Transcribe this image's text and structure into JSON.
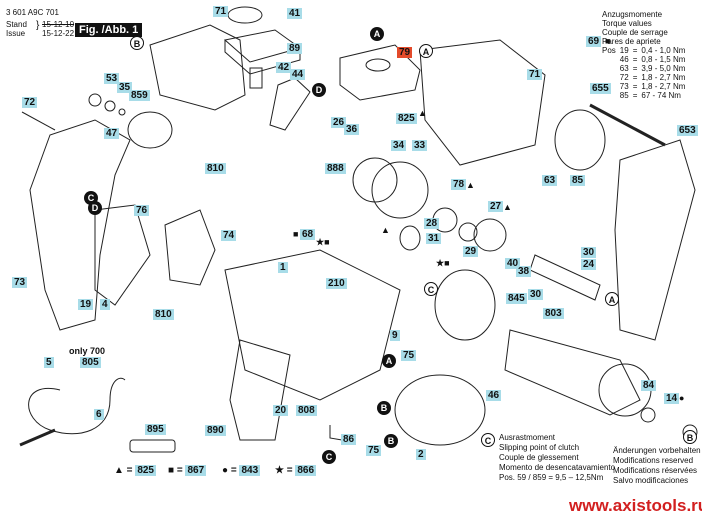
{
  "header": {
    "doc_number": "3 601 A9C 701",
    "stand_label": "Stand",
    "issue_label": "Issue",
    "stand_date": "15-12-10",
    "issue_date": "15-12-22",
    "figure_label": "Fig. /Abb. 1"
  },
  "torque": {
    "titles": [
      "Anzugsmomente",
      "Torque values",
      "Couple de serrage",
      "Pares de apriete"
    ],
    "pos_label": "Pos",
    "rows": [
      {
        "pos": "19",
        "value": "0,4 - 1,0 Nm"
      },
      {
        "pos": "46",
        "value": "0,8 - 1,5 Nm"
      },
      {
        "pos": "63",
        "value": "3,9 - 5,0 Nm"
      },
      {
        "pos": "72",
        "value": "1,8 - 2,7 Nm"
      },
      {
        "pos": "73",
        "value": "1,8 - 2,7 Nm"
      },
      {
        "pos": "85",
        "value": "67 - 74 Nm"
      }
    ]
  },
  "clutch": {
    "lines": [
      "Ausrastmoment",
      "Slipping point of clutch",
      "Couple de glessement",
      "Momento de desencatavamiento"
    ],
    "pos_line": "Pos.  59 / 859  =  9,5 – 12,5Nm"
  },
  "modifications": [
    "Änderungen vorbehalten",
    "Modifications reserved",
    "Modifications réservées",
    "Salvo modificaciones"
  ],
  "legend": [
    {
      "symbol": "▲",
      "part": "825"
    },
    {
      "symbol": "■",
      "part": "867"
    },
    {
      "symbol": "●",
      "part": "843"
    },
    {
      "symbol": "★",
      "part": "866"
    }
  ],
  "note_only_700": "only 700",
  "watermark": "www.axistools.ru",
  "part_labels": {
    "p71a": "71",
    "p41": "41",
    "p89": "89",
    "p42": "42",
    "p44": "44",
    "p53": "53",
    "p35": "35",
    "p859": "859",
    "p72": "72",
    "p47": "47",
    "p79": "79",
    "p69": "69",
    "p71b": "71",
    "p655": "655",
    "p653": "653",
    "p26": "26",
    "p36": "36",
    "p34": "34",
    "p33": "33",
    "p825": "825",
    "p888": "888",
    "p78": "78",
    "p63": "63",
    "p85": "85",
    "p810a": "810",
    "p76": "76",
    "p68": "68",
    "p28": "28",
    "p27": "27",
    "p31": "31",
    "p29": "29",
    "p40": "40",
    "p38": "38",
    "p30a": "30",
    "p24": "24",
    "p74": "74",
    "p1": "1",
    "p210": "210",
    "p30b": "30",
    "p845": "845",
    "p803": "803",
    "p73": "73",
    "p19": "19",
    "p4": "4",
    "p810b": "810",
    "p9": "9",
    "p75a": "75",
    "p5": "5",
    "p805": "805",
    "p6": "6",
    "p20": "20",
    "p808": "808",
    "p890": "890",
    "p895": "895",
    "p86": "86",
    "p75b": "75",
    "p2": "2",
    "p46": "46",
    "p84": "84",
    "p14": "14"
  },
  "callouts": {
    "A": "A",
    "B": "B",
    "C": "C",
    "D": "D"
  }
}
